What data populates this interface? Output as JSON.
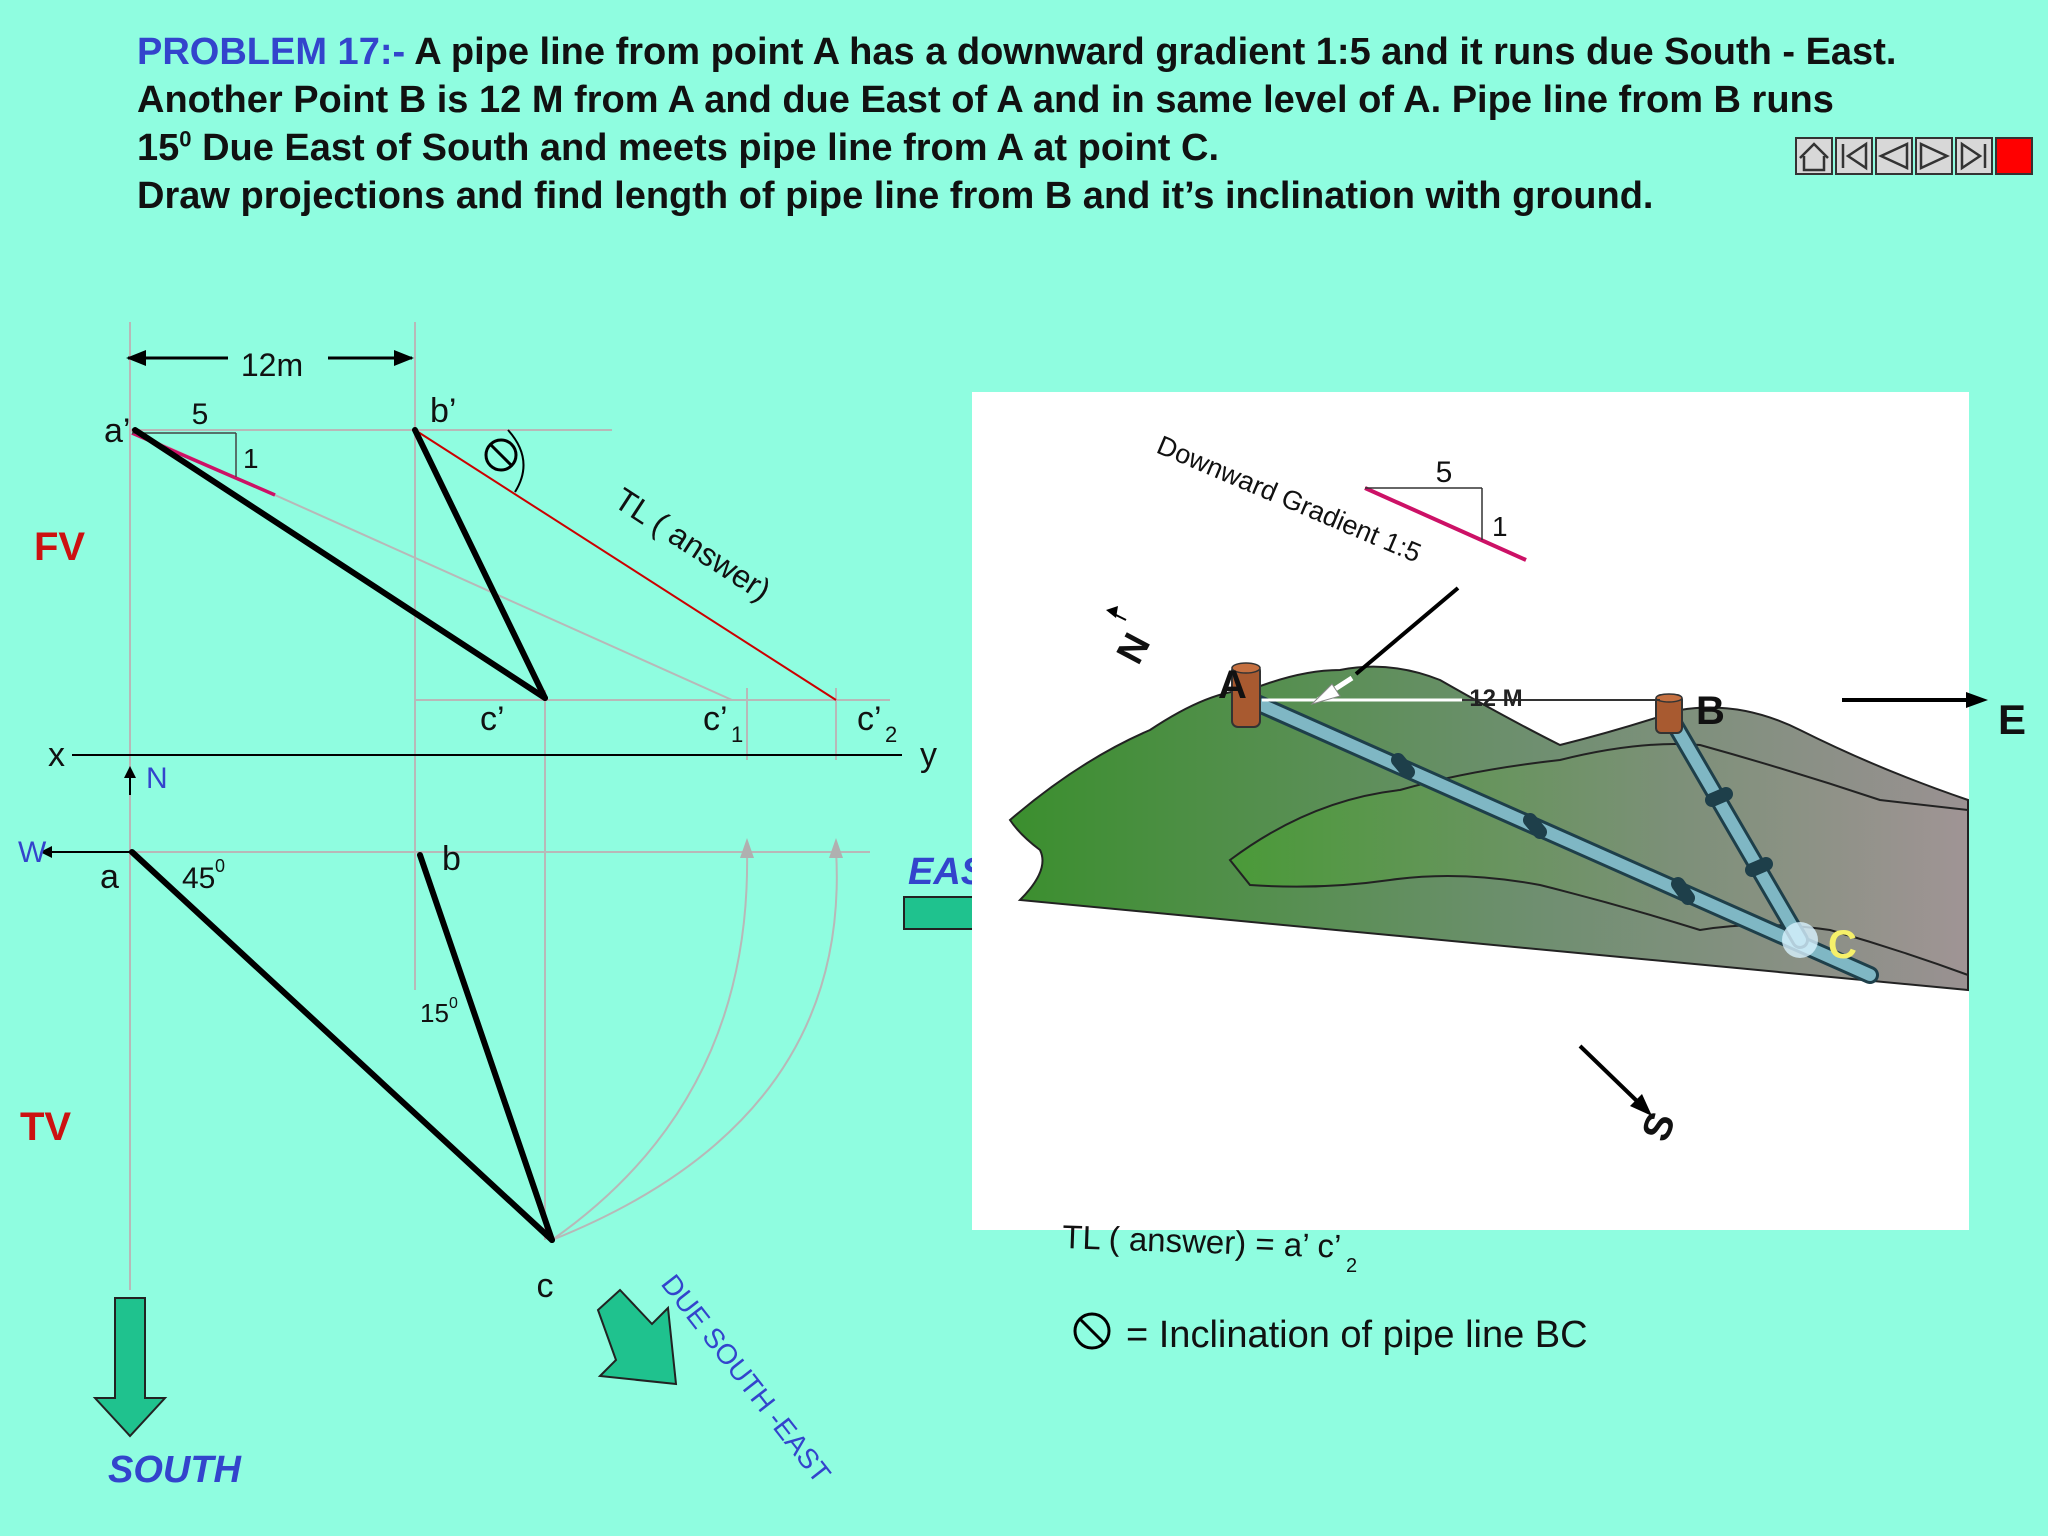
{
  "problem": {
    "label": "PROBLEM 17",
    "separator": ":-",
    "line1": " A pipe line from point A has a downward gradient 1:5 and it runs due South - East.",
    "line2": "Another Point B is 12 M from A and due East of A and in same level of A. Pipe line from B runs",
    "line3_a": "15",
    "line3_sup": "0",
    "line3_b": " Due East of South and meets pipe line from A at point C.",
    "line4": "Draw projections and find length of pipe line from B and it’s inclination with ground."
  },
  "nav": {
    "buttons": [
      {
        "icon": "home-icon"
      },
      {
        "icon": "first-slide-icon"
      },
      {
        "icon": "previous-slide-icon"
      },
      {
        "icon": "next-slide-icon"
      },
      {
        "icon": "last-slide-icon"
      },
      {
        "icon": "end-show-icon"
      }
    ],
    "end_color": "#ff0000"
  },
  "drawing": {
    "dim_12m": "12m",
    "a_prime": "a’",
    "b_prime": "b’",
    "grad_5": "5",
    "grad_1": "1",
    "fv": "FV",
    "tv": "TV",
    "tl": "TL ( answer)",
    "c_prime": "c’",
    "c1_prime": "c’",
    "c1_sub": "1",
    "c2_prime": "c’",
    "c2_sub": "2",
    "x": "x",
    "y": "y",
    "n": "N",
    "w": "W",
    "a": "a",
    "ang45": "45",
    "ang45_sup": "0",
    "b": "b",
    "ang15": "15",
    "ang15_sup": "0",
    "c": "c",
    "south": "SOUTH",
    "due_se": "DUE SOUTH -EAST",
    "east": "EAST"
  },
  "pictorial": {
    "gradient_label": "Downward Gradient 1:5",
    "g5": "5",
    "g1": "1",
    "n": "N",
    "e": "E",
    "s": "S",
    "A": "A",
    "B": "B",
    "C": "C",
    "dist": "12 M"
  },
  "legend": {
    "tl_text": "TL ( answer) = a’ c’",
    "tl_sub": "2",
    "incl_text": "= Inclination of pipe line BC"
  },
  "colors": {
    "background": "#8ffde0",
    "label_blue": "#3344cc",
    "label_red": "#cc1111",
    "gradient_magenta": "#cc1166",
    "tl_line": "#cc0000",
    "arrow_fill": "#1fc28e"
  }
}
